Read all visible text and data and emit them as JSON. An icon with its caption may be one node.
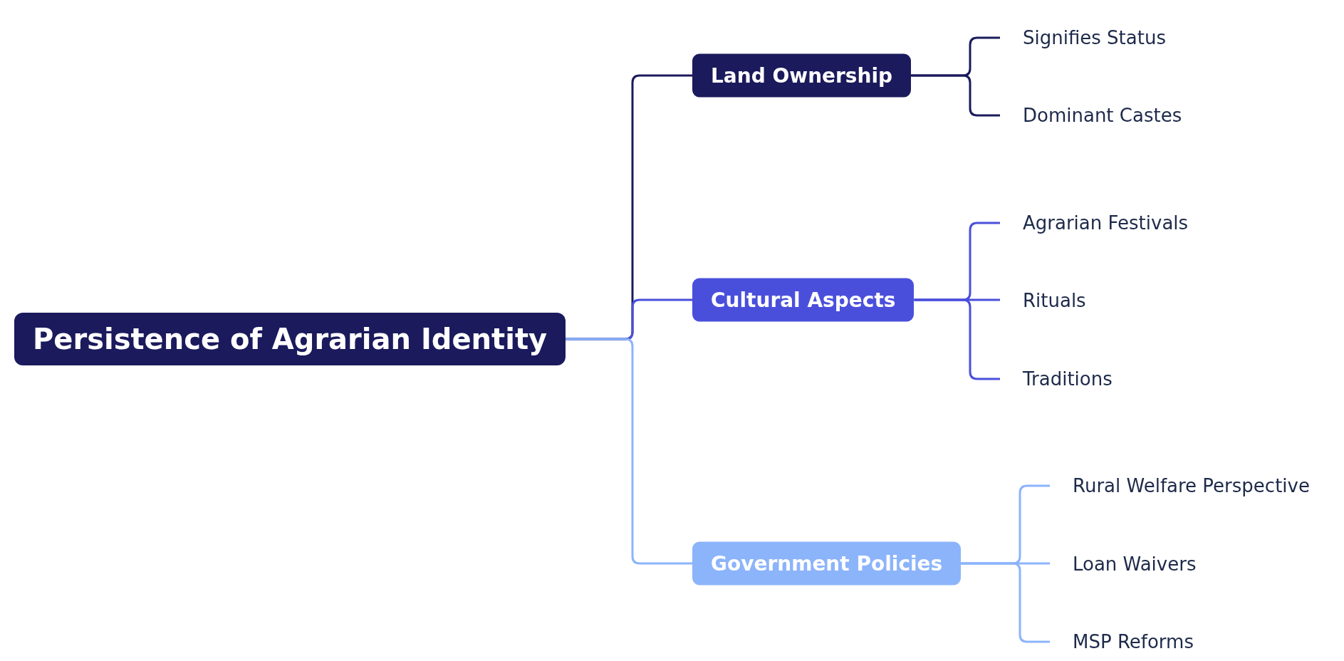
{
  "diagram": {
    "nodes": [
      {
        "text": [
          "Persistence of Agrarian Identity"
        ]
      },
      {
        "text": [
          "Land Ownership"
        ]
      },
      {
        "text": [
          "Signifies Status"
        ]
      },
      {
        "text": [
          "Dominant Castes"
        ]
      },
      {
        "text": [
          "Cultural Aspects"
        ]
      },
      {
        "text": [
          "Agrarian Festivals"
        ]
      },
      {
        "text": [
          "Rituals"
        ]
      },
      {
        "text": [
          "Traditions"
        ]
      },
      {
        "text": [
          "Government Policies"
        ]
      },
      {
        "text": [
          "Rural Welfare Perspective"
        ]
      },
      {
        "text": [
          "Loan Waivers"
        ]
      },
      {
        "text": [
          "MSP Reforms"
        ]
      }
    ],
    "edges": [
      {
        "from": 0,
        "to": 1,
        "arrow": "none",
        "color": "#1b1a5c"
      },
      {
        "from": 0,
        "to": 4,
        "arrow": "none",
        "color": "#4a4fdb"
      },
      {
        "from": 0,
        "to": 8,
        "arrow": "none",
        "color": "#8cb4fb"
      },
      {
        "from": 1,
        "to": 2,
        "arrow": "none",
        "color": "#1b1a5c"
      },
      {
        "from": 1,
        "to": 3,
        "arrow": "none",
        "color": "#1b1a5c"
      },
      {
        "from": 4,
        "to": 5,
        "arrow": "none",
        "color": "#4a4fdb"
      },
      {
        "from": 4,
        "to": 6,
        "arrow": "none",
        "color": "#4a4fdb"
      },
      {
        "from": 4,
        "to": 7,
        "arrow": "none",
        "color": "#4a4fdb"
      },
      {
        "from": 8,
        "to": 9,
        "arrow": "none",
        "color": "#8cb4fb"
      },
      {
        "from": 8,
        "to": 10,
        "arrow": "none",
        "color": "#8cb4fb"
      },
      {
        "from": 8,
        "to": 11,
        "arrow": "none",
        "color": "#8cb4fb"
      }
    ]
  }
}
